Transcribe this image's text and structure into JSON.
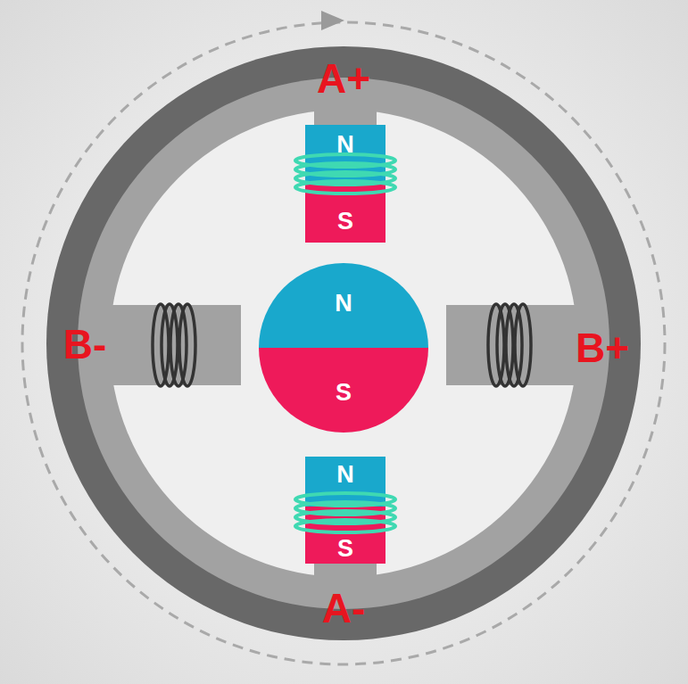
{
  "diagram": {
    "nodes": [
      {
        "text": [
          "N",
          "S"
        ]
      },
      {
        "text": [
          "N",
          "S"
        ]
      },
      {
        "text": [
          "N",
          "S"
        ]
      }
    ],
    "labels": [
      "A+",
      "B-",
      "B+",
      "A-"
    ]
  }
}
